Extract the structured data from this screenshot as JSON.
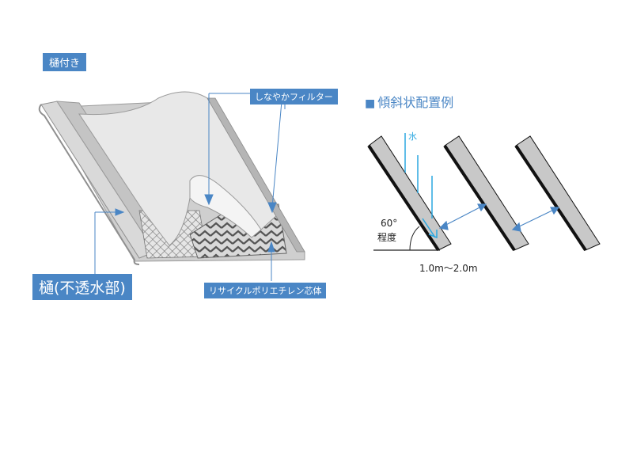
{
  "labels": {
    "gutter_tag": "樋付き",
    "filter": "しなやかフィルター",
    "gutter": "樋(不透水部)",
    "core": "リサイクルポリエチレン芯体"
  },
  "layout_example": {
    "title": "傾斜状配置例",
    "water": "水",
    "angle": "60°",
    "angle_note": "程度",
    "spacing": "1.0m〜2.0m"
  },
  "colors": {
    "accent": "#4a86c5",
    "water": "#2aa7e0",
    "panel": "#c8c8c8",
    "edge": "#111111"
  }
}
